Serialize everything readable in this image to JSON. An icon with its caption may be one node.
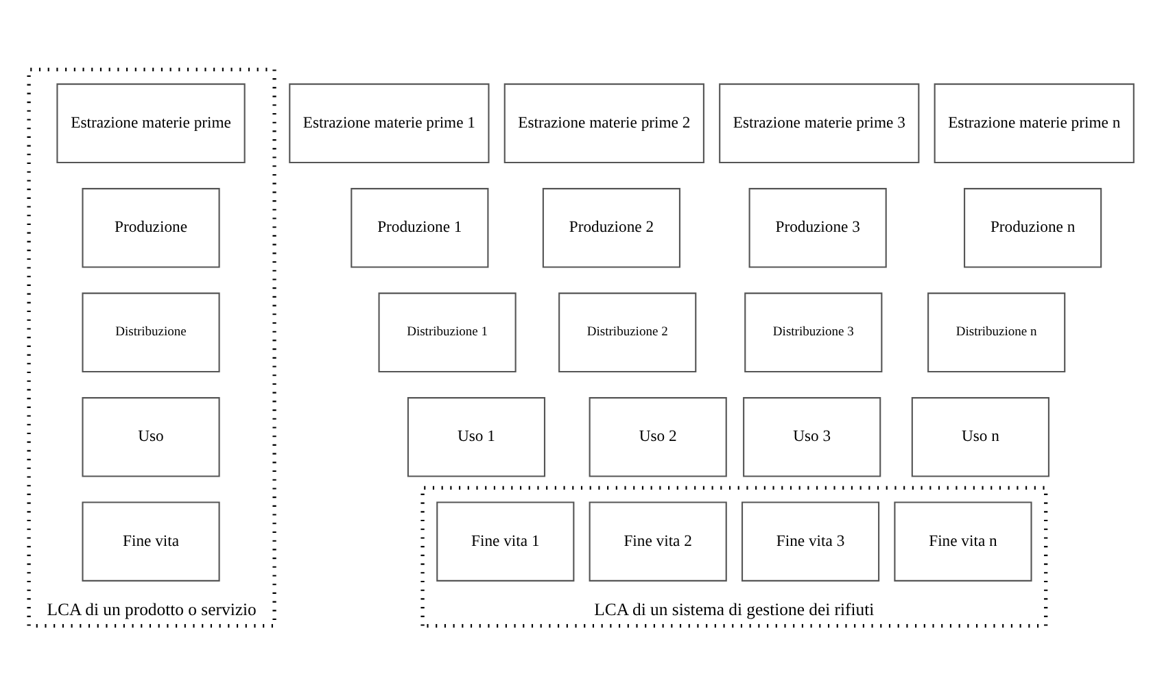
{
  "diagram": {
    "nodes": [
      {
        "text": [
          "LCA di un prodotto o servizio"
        ]
      },
      {
        "text": [
          "Estrazione materie prime"
        ],
        "in": 0
      },
      {
        "text": [
          "Produzione"
        ],
        "in": 0
      },
      {
        "text": [
          "Distribuzione"
        ],
        "in": 0
      },
      {
        "text": [
          "Uso"
        ],
        "in": 0
      },
      {
        "text": [
          "Fine vita"
        ],
        "in": 0
      },
      {
        "text": [
          "Estrazione materie prime 1"
        ]
      },
      {
        "text": [
          "Estrazione materie prime 2"
        ]
      },
      {
        "text": [
          "Estrazione materie prime 3"
        ]
      },
      {
        "text": [
          "Estrazione materie prime n"
        ]
      },
      {
        "text": [
          "Produzione 1"
        ]
      },
      {
        "text": [
          "Produzione 2"
        ]
      },
      {
        "text": [
          "Produzione 3"
        ]
      },
      {
        "text": [
          "Produzione n"
        ]
      },
      {
        "text": [
          "Distribuzione 1"
        ]
      },
      {
        "text": [
          "Distribuzione 2"
        ]
      },
      {
        "text": [
          "Distribuzione 3"
        ]
      },
      {
        "text": [
          "Distribuzione n"
        ]
      },
      {
        "text": [
          "Uso 1"
        ]
      },
      {
        "text": [
          "Uso 2"
        ]
      },
      {
        "text": [
          "Uso 3"
        ]
      },
      {
        "text": [
          "Uso n"
        ]
      },
      {
        "text": [
          "LCA di un sistema di gestione dei rifiuti"
        ]
      },
      {
        "text": [
          "Fine vita 1"
        ],
        "in": 22
      },
      {
        "text": [
          "Fine vita 2"
        ],
        "in": 22
      },
      {
        "text": [
          "Fine vita 3"
        ],
        "in": 22
      },
      {
        "text": [
          "Fine vita n"
        ],
        "in": 22
      }
    ]
  }
}
